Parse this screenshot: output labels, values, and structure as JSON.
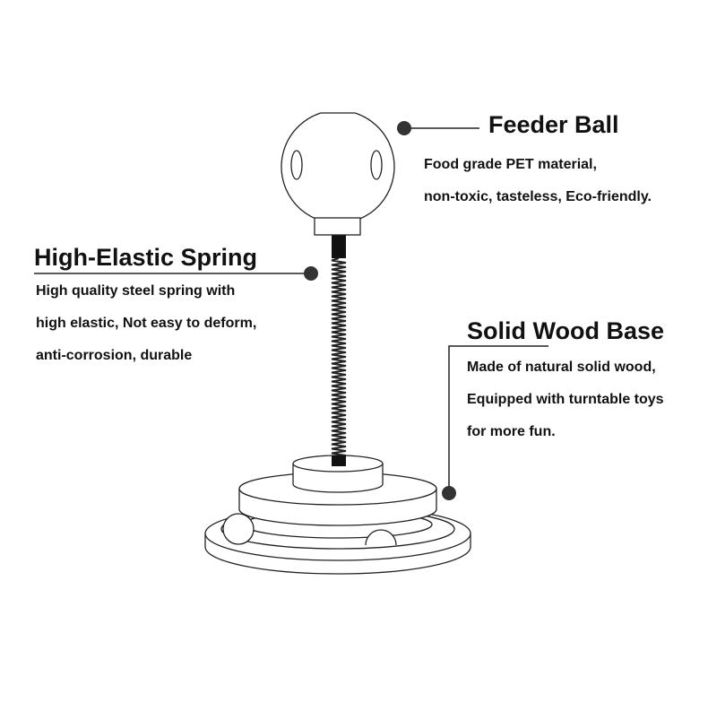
{
  "feeder_ball": {
    "title": "Feeder Ball",
    "lines": [
      "Food grade PET material,",
      "non-toxic, tasteless, Eco-friendly."
    ]
  },
  "spring": {
    "title": "High-Elastic Spring",
    "lines": [
      "High quality steel spring with",
      "high elastic, Not easy to deform,",
      "anti-corrosion, durable"
    ]
  },
  "base": {
    "title": "Solid Wood Base",
    "lines": [
      "Made of natural solid wood,",
      "Equipped with turntable toys",
      "for more fun."
    ]
  }
}
